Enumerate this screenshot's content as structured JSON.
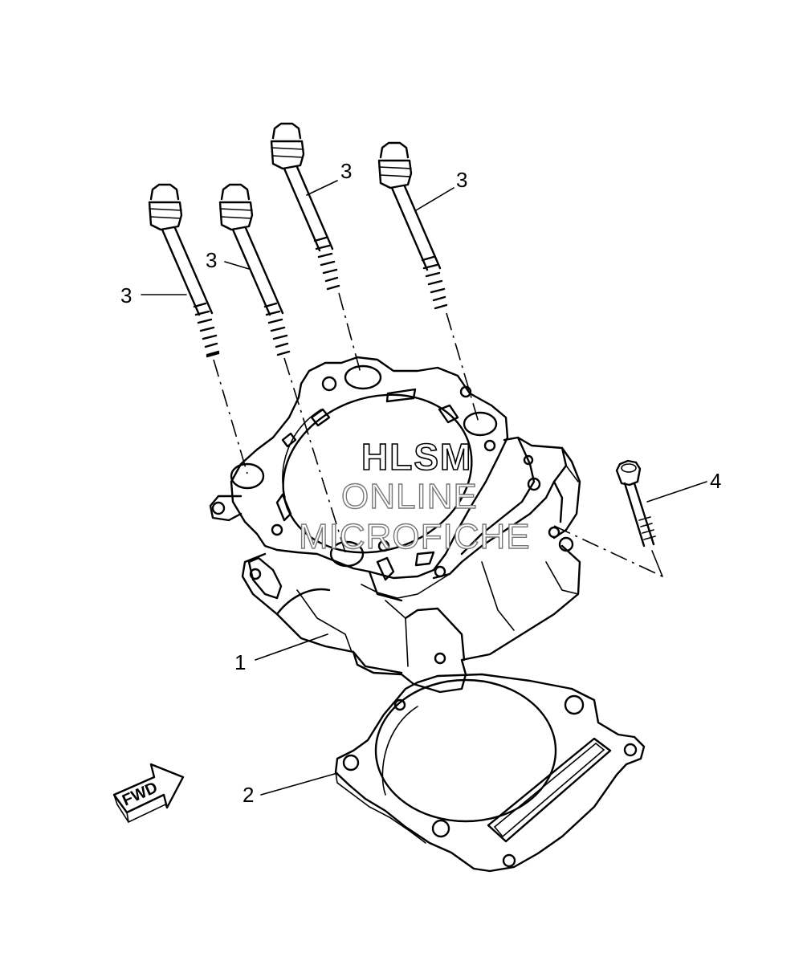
{
  "callouts": {
    "c1": "1",
    "c2": "2",
    "c3a": "3",
    "c3b": "3",
    "c3c": "3",
    "c3d": "3",
    "c4": "4"
  },
  "watermark": {
    "line1": "HLSM",
    "line2": "ONLINE",
    "line3": "MICROFICHE"
  },
  "fwd_arrow": {
    "text": "FWD"
  }
}
